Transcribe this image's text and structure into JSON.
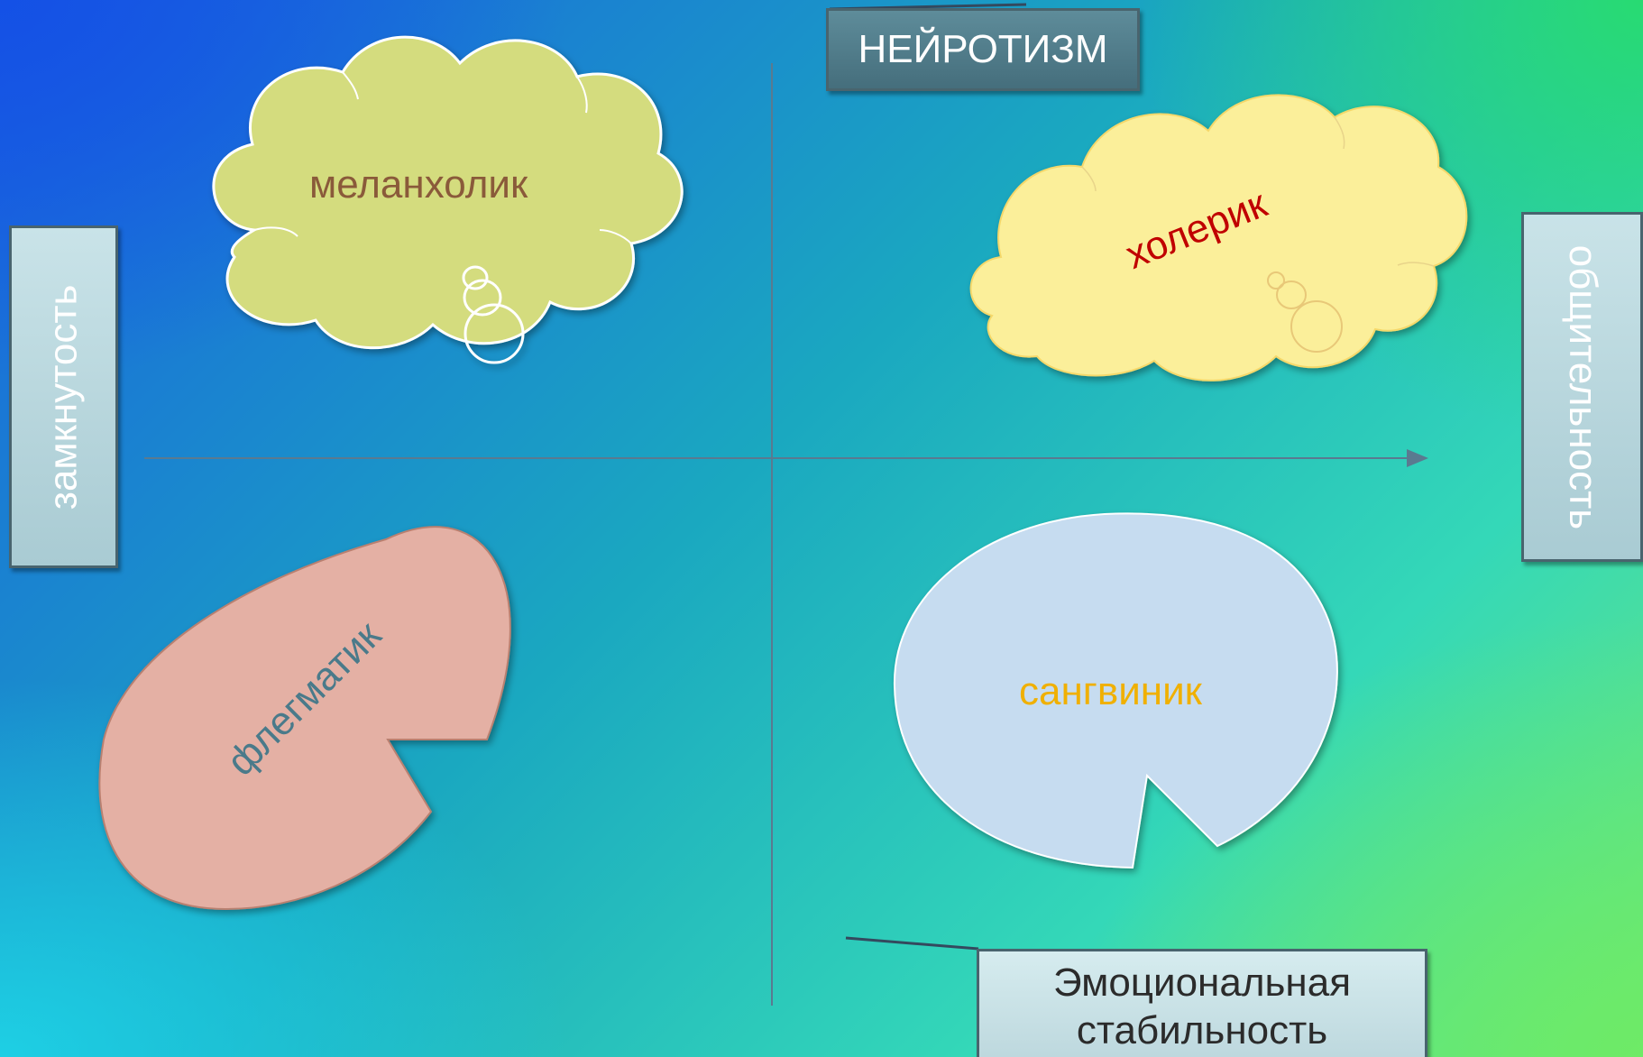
{
  "labels": {
    "top": "НЕЙРОТИЗМ",
    "bottom": "Эмоциональная стабильность",
    "left": "замкнутость",
    "right": "общительность"
  },
  "temperaments": {
    "melancholic": "меланхолик",
    "choleric": "холерик",
    "phlegmatic": "флегматик",
    "sanguine": "сангвиник"
  },
  "colors": {
    "melancholic_fill": "#d4dc7e",
    "melancholic_text": "#8a5a3a",
    "choleric_fill": "#fbef9a",
    "choleric_text": "#c00000",
    "phlegmatic_fill": "#e4b0a4",
    "phlegmatic_text": "#4a7a8a",
    "sanguine_fill": "#c6dcf0",
    "sanguine_text": "#f0b000",
    "axis": "#5a7a90"
  }
}
